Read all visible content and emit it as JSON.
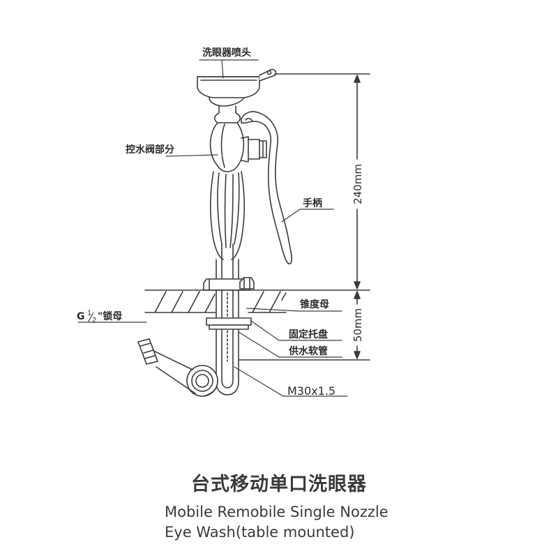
{
  "labels": {
    "nozzle": "洗眼器喷头",
    "valve": "控水阀部分",
    "handle": "手柄",
    "cone_nut": "锥度母",
    "lock_nut_prefix": "G",
    "lock_nut_frac_num": "1",
    "lock_nut_frac_den": "2",
    "lock_nut_suffix": "\"锁母",
    "tray": "固定托盘",
    "hose": "供水软管",
    "thread": "M30x1.5"
  },
  "dimensions": {
    "height_upper": "240mm",
    "height_lower": "50mm"
  },
  "title": {
    "cn": "台式移动单口洗眼器",
    "en_line1": "Mobile Remobile Single Nozzle",
    "en_line2": "Eye Wash(table mounted)"
  },
  "colors": {
    "line": "#3a3a3a"
  }
}
